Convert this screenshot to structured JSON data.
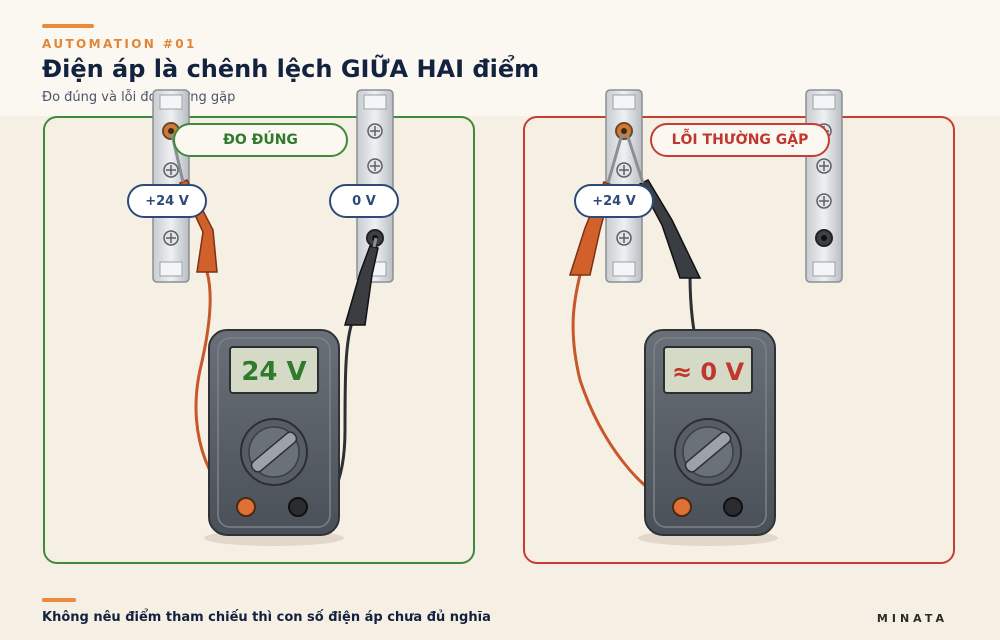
{
  "header": {
    "series": "AUTOMATION #01",
    "title": "Điện áp là chênh lệch GIỮA HAI điểm",
    "subtitle": "Đo đúng và lỗi đo thường gặp"
  },
  "panels": {
    "correct": {
      "badge": "ĐO ĐÚNG",
      "probe_red_label": "+24 V",
      "probe_black_label": "0 V",
      "reading": "24 V",
      "color": "#3f8a3b"
    },
    "mistake": {
      "badge": "LỖI THƯỜNG GẶP",
      "probe_label": "+24 V",
      "reading": "≈ 0 V",
      "color": "#c63d34"
    }
  },
  "footer": {
    "note": "Không nêu điểm tham chiếu thì con số điện áp chưa đủ nghĩa",
    "brand": "MINATA"
  }
}
